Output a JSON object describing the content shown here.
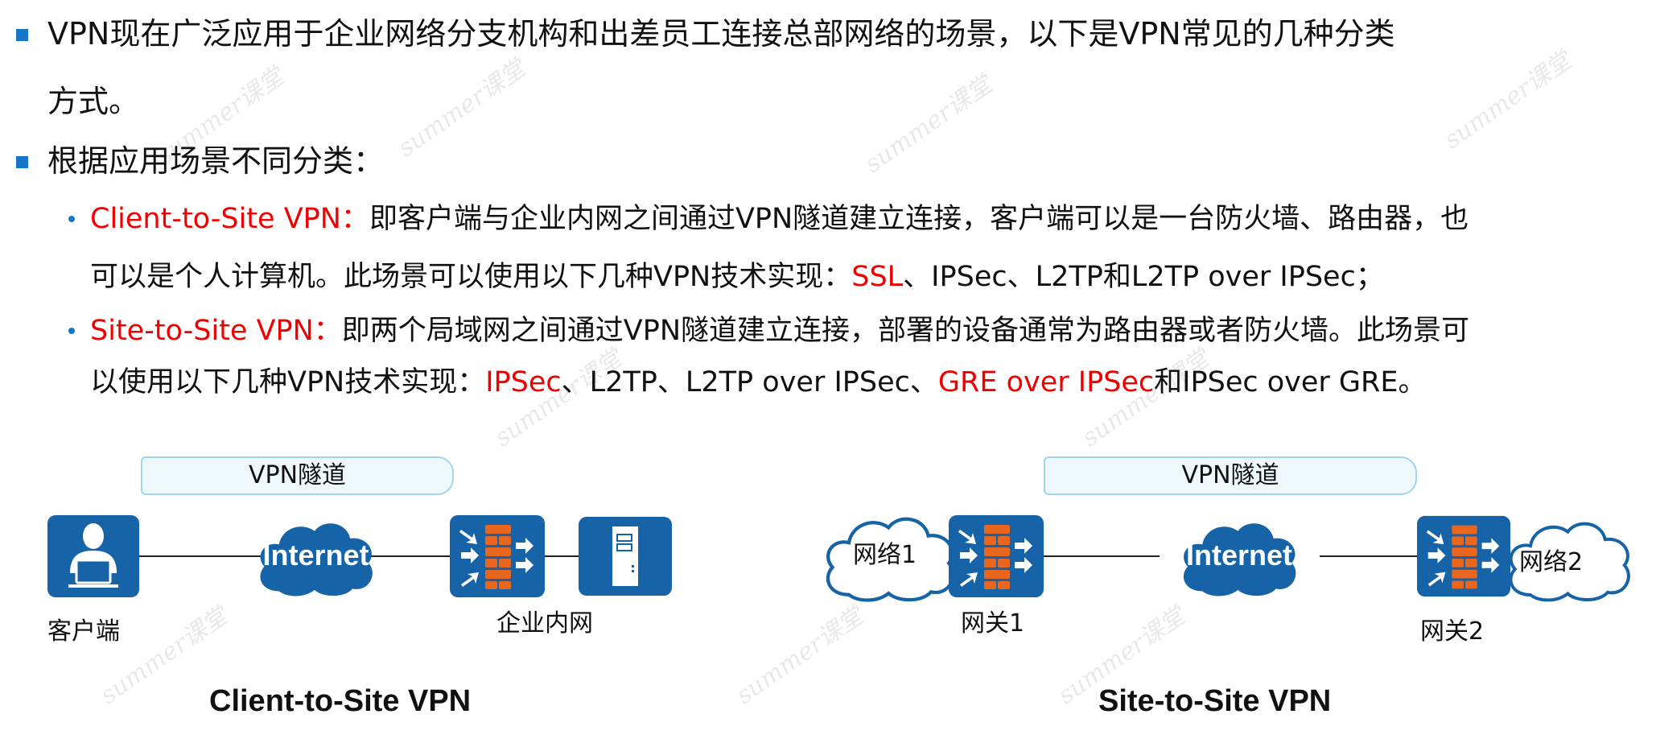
{
  "bullets": {
    "b1_line1": "VPN现在广泛应用于企业网络分支机构和出差员工连接总部网络的场景，以下是VPN常见的几种分类",
    "b1_line2": "方式。",
    "b2": "根据应用场景不同分类："
  },
  "sub1": {
    "term": "Client-to-Site VPN：",
    "line1": "即客户端与企业内网之间通过VPN隧道建立连接，客户端可以是一台防火墙、路由器，也",
    "line2_a": "可以是个人计算机。此场景可以使用以下几种VPN技术实现：",
    "line2_red": "SSL",
    "line2_b": "、IPSec、L2TP和L2TP over IPSec；"
  },
  "sub2": {
    "term": "Site-to-Site VPN：",
    "line1": "即两个局域网之间通过VPN隧道建立连接，部署的设备通常为路由器或者防火墙。此场景可",
    "line2_a": "以使用以下几种VPN技术实现：",
    "line2_red1": "IPSec",
    "line2_b": "、L2TP、L2TP over IPSec、",
    "line2_red2": "GRE over IPSec",
    "line2_c": "和IPSec over GRE。"
  },
  "diagram_left": {
    "tunnel": "VPN隧道",
    "internet": "Internet",
    "client_label": "客户端",
    "intranet_label": "企业内网",
    "title": "Client-to-Site VPN"
  },
  "diagram_right": {
    "tunnel": "VPN隧道",
    "internet": "Internet",
    "network1": "网络1",
    "network2": "网络2",
    "gateway1": "网关1",
    "gateway2": "网关2",
    "title": "Site-to-Site VPN"
  },
  "watermark": "summer课堂",
  "colors": {
    "accent_blue": "#1677c8",
    "device_blue": "#1763a8",
    "brick_orange": "#e8661e",
    "highlight_red": "#f00000"
  }
}
